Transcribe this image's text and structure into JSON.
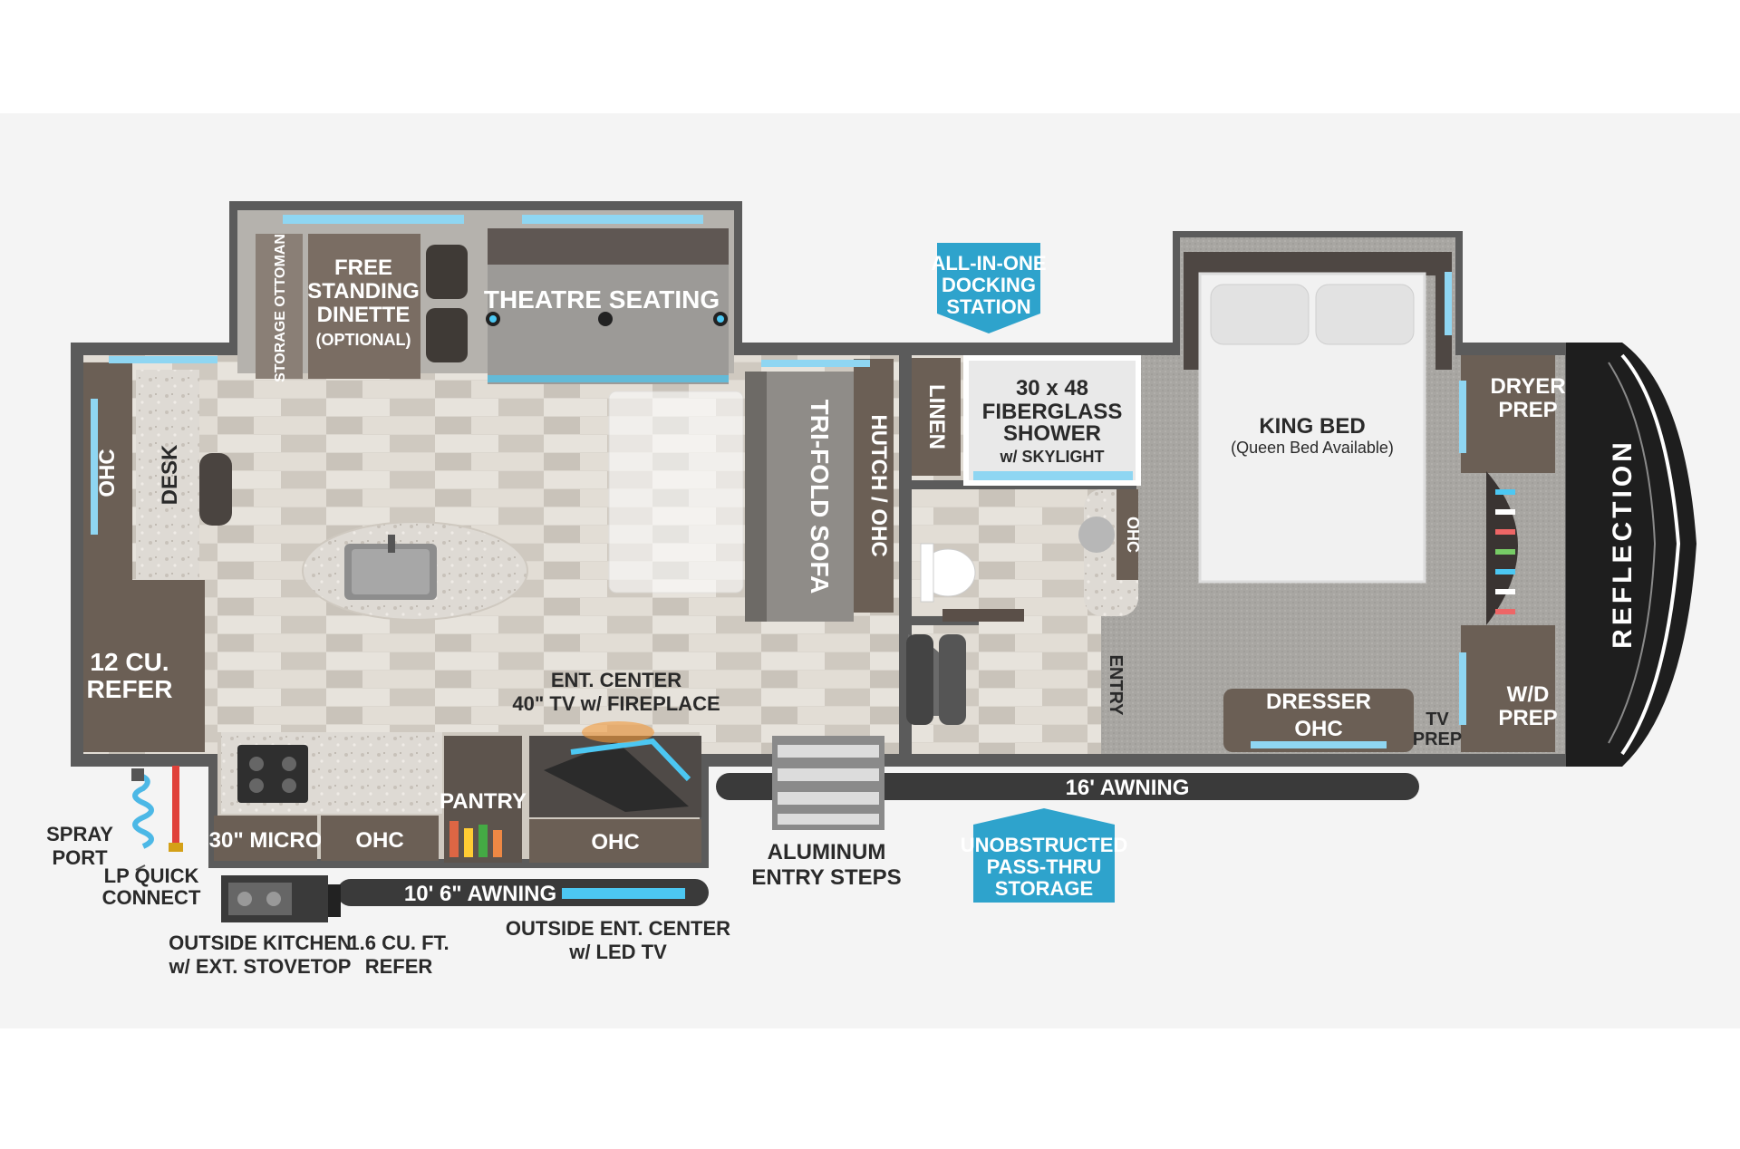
{
  "brand": "REFLECTION",
  "colors": {
    "wall": "#5a5a5a",
    "floor_wood": "#d9d4cd",
    "carpet": "#a9a7a3",
    "cabinet": "#6b5f55",
    "callout": "#2ea3cc",
    "window": "#8fd6f2",
    "cap": "#1e1e1e"
  },
  "labels": {
    "storage_ottoman": "STORAGE OTTOMAN",
    "dinette_1": "FREE",
    "dinette_2": "STANDING",
    "dinette_3": "DINETTE",
    "dinette_4": "(OPTIONAL)",
    "theatre_seating": "THEATRE SEATING",
    "ohc_left": "OHC",
    "desk": "DESK",
    "refer_1": "12 CU.",
    "refer_2": "REFER",
    "tri_fold_sofa": "TRI-FOLD SOFA",
    "hutch_ohc": "HUTCH / OHC",
    "linen": "LINEN",
    "shower_1": "30 x 48",
    "shower_2": "FIBERGLASS",
    "shower_3": "SHOWER",
    "shower_4": "w/ SKYLIGHT",
    "ohc_bath": "OHC",
    "entry": "ENTRY",
    "king_bed": "KING BED",
    "queen_bed": "(Queen Bed Available)",
    "dryer_prep_1": "DRYER",
    "dryer_prep_2": "PREP",
    "wd_prep_1": "W/D",
    "wd_prep_2": "PREP",
    "dresser": "DRESSER",
    "ohc_dresser": "OHC",
    "tv_prep_1": "TV",
    "tv_prep_2": "PREP",
    "ent_center_1": "ENT. CENTER",
    "ent_center_2": "40\" TV w/ FIREPLACE",
    "pantry": "PANTRY",
    "micro": "30\" MICRO",
    "ohc_kitchen": "OHC",
    "ohc_ent": "OHC",
    "awning_16": "16' AWNING",
    "awning_10": "10' 6\" AWNING",
    "spray_port_1": "SPRAY",
    "spray_port_2": "PORT",
    "lp_1": "LP QUICK",
    "lp_2": "CONNECT",
    "outside_kitchen_1": "OUTSIDE KITCHEN",
    "outside_kitchen_2": "w/ EXT. STOVETOP",
    "refer_small_1": "1.6 CU. FT.",
    "refer_small_2": "REFER",
    "outside_ent_1": "OUTSIDE ENT. CENTER",
    "outside_ent_2": "w/ LED TV",
    "steps_1": "ALUMINUM",
    "steps_2": "ENTRY STEPS"
  },
  "callouts": {
    "docking_1": "ALL-IN-ONE",
    "docking_2": "DOCKING",
    "docking_3": "STATION",
    "storage_1": "UNOBSTRUCTED",
    "storage_2": "PASS-THRU",
    "storage_3": "STORAGE"
  }
}
